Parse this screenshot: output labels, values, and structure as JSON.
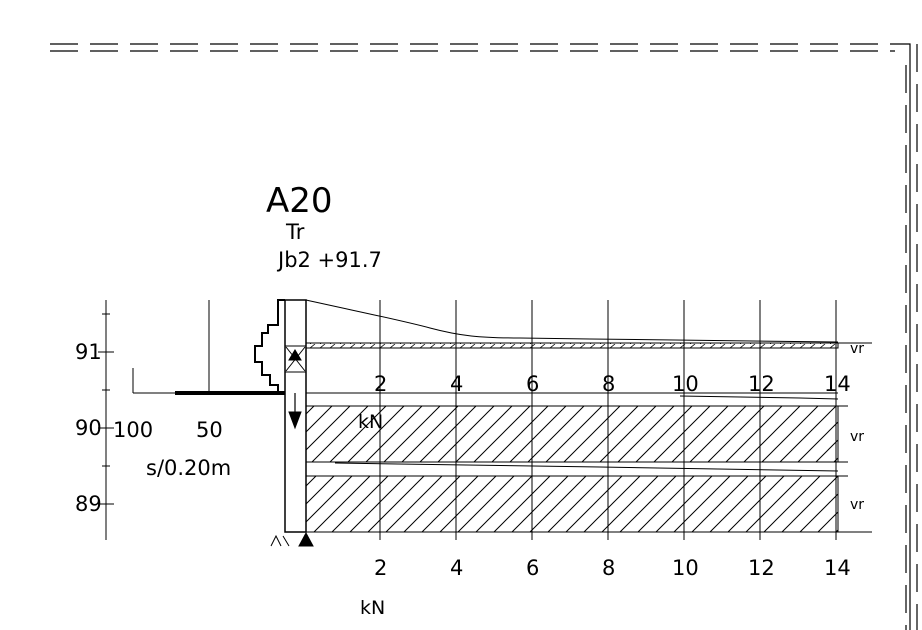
{
  "header": {
    "point_id": "A20",
    "method": "Tr",
    "elevation_label": "Jb2 +91.7"
  },
  "elevation_axis": {
    "ticks": [
      "91",
      "90",
      "89"
    ]
  },
  "settlement_axis": {
    "ticks": [
      "100",
      "50"
    ],
    "label": "s/0.20m"
  },
  "force_axis_upper": {
    "ticks": [
      "2",
      "4",
      "6",
      "8",
      "10",
      "12",
      "14"
    ],
    "unit": "kN"
  },
  "force_axis_lower": {
    "ticks": [
      "2",
      "4",
      "6",
      "8",
      "10",
      "12",
      "14"
    ],
    "unit": "kN"
  },
  "layer_labels": [
    "vr",
    "vr",
    "vr"
  ],
  "colors": {
    "ink": "#000000",
    "paper": "#ffffff"
  }
}
